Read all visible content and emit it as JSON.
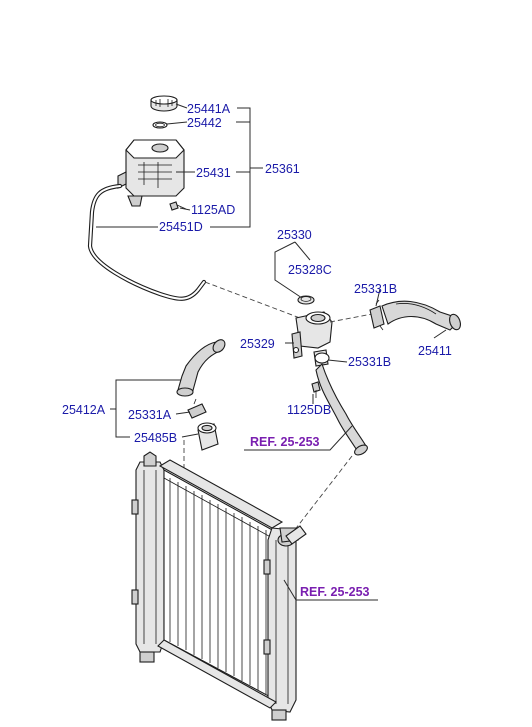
{
  "diagram": {
    "part_numbers": {
      "p25441A": "25441A",
      "p25442": "25442",
      "p25431": "25431",
      "p25361": "25361",
      "p1125AD": "1125AD",
      "p25451D": "25451D",
      "p25330": "25330",
      "p25328C": "25328C",
      "p25331B_top": "25331B",
      "p25411": "25411",
      "p25329": "25329",
      "p25331B_mid": "25331B",
      "p1125DB": "1125DB",
      "p25412A": "25412A",
      "p25331A": "25331A",
      "p25485B": "25485B"
    },
    "references": {
      "ref_upper": "REF. 25-253",
      "ref_lower": "REF. 25-253"
    },
    "colors": {
      "part_label": "#1a1aa8",
      "reference_label": "#7a1fb0",
      "line": "#2b2b2b"
    }
  }
}
